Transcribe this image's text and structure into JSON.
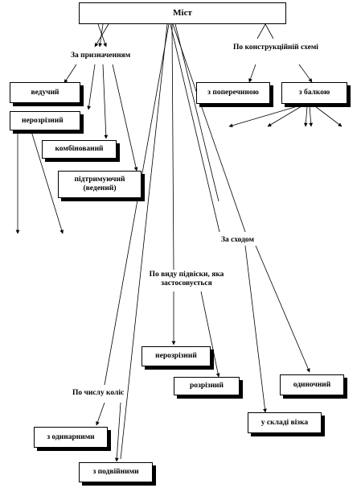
{
  "root": {
    "label": "Міст"
  },
  "categories": {
    "purpose": "За призначенням",
    "construction": "По конструкційній схемі",
    "location": "За сходом",
    "suspension": "По виду підвіски, яка застосовується",
    "wheels": "По числу коліс"
  },
  "purpose_items": [
    "ведучий",
    "нерозрізний",
    "комбінований",
    "підтримуючий (ведений)"
  ],
  "construction_items": [
    "з поперечиною",
    "з балкою"
  ],
  "suspension_items": [
    "нерозрізний",
    "розрізний"
  ],
  "location_items": [
    "одиночний",
    "у складі візка"
  ],
  "wheels_items": [
    "з одинарними",
    "з подвійними"
  ]
}
